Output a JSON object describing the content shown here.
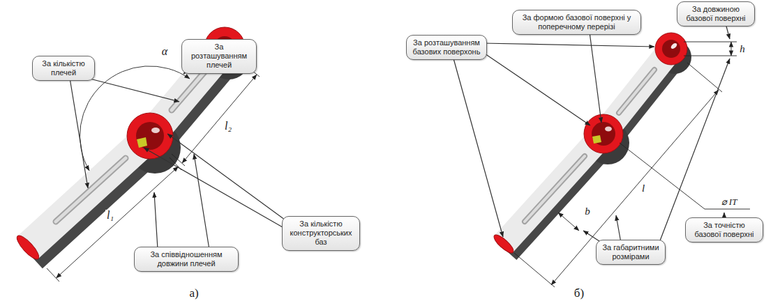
{
  "diagram": {
    "nodes": [
      {
        "text": [
          "За розташуванням плечей"
        ]
      },
      {
        "text": [
          "За кількістю плечей"
        ]
      },
      {
        "text": [
          "За кількістю конструкторських баз"
        ]
      },
      {
        "text": [
          "За співвідношенням довжини плечей"
        ]
      },
      {
        "text": [
          "За розташуванням базових поверхонь"
        ]
      },
      {
        "text": [
          "За формою базової поверхні у поперечному перерізі"
        ]
      },
      {
        "text": [
          "За довжиною базової поверхні"
        ]
      },
      {
        "text": [
          "За точністю базової поверхні"
        ]
      },
      {
        "text": [
          "За габаритними розмірами"
        ]
      }
    ],
    "labels": [
      "α",
      "l₁",
      "l₂",
      "а)",
      "h",
      "b",
      "l",
      "⌀ IT",
      "б)"
    ]
  }
}
